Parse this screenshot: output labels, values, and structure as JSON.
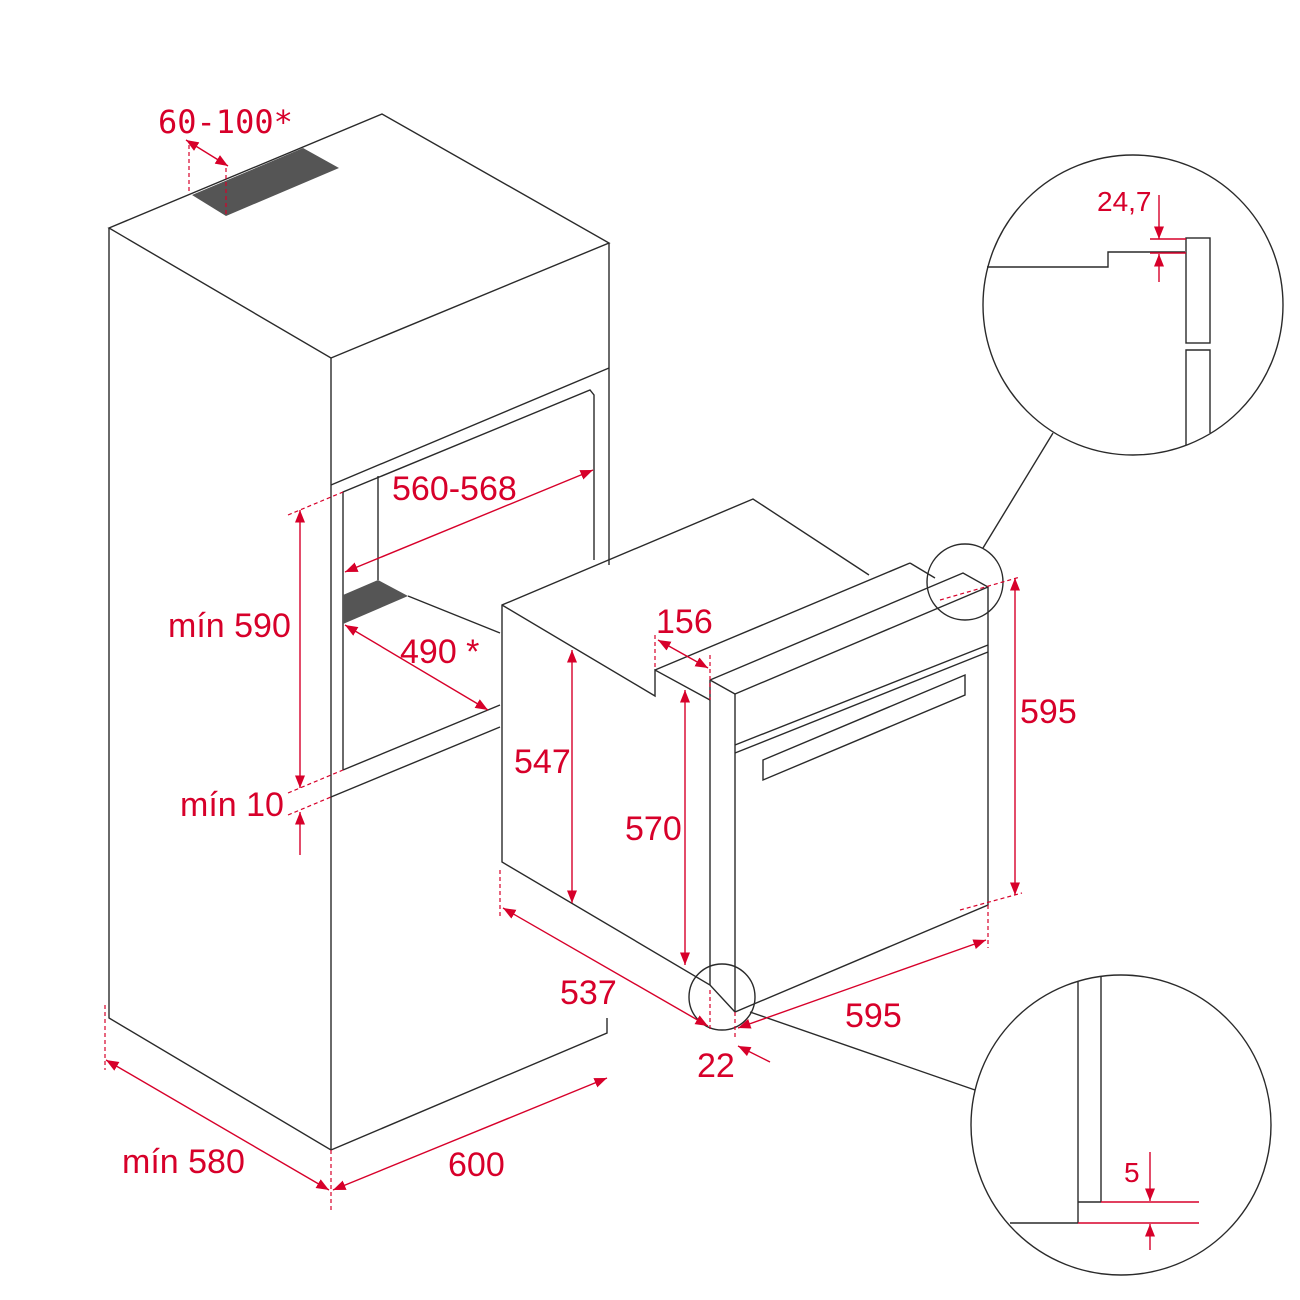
{
  "colors": {
    "dimension": "#d7002a",
    "outline": "#2a2a2a",
    "vent": "#555555"
  },
  "dimensions": {
    "vent_gap": "60-100*",
    "niche_width": "560-568",
    "niche_height": "mín 590",
    "niche_depth": "490 *",
    "bottom_gap": "mín 10",
    "cabinet_depth": "mín 580",
    "cabinet_width": "600",
    "oven_step": "156",
    "oven_body_height": "547",
    "oven_height_570": "570",
    "oven_height": "595",
    "oven_depth": "537",
    "oven_width": "595",
    "door_thickness": "22",
    "detail_top": "24,7",
    "detail_bottom": "5"
  }
}
